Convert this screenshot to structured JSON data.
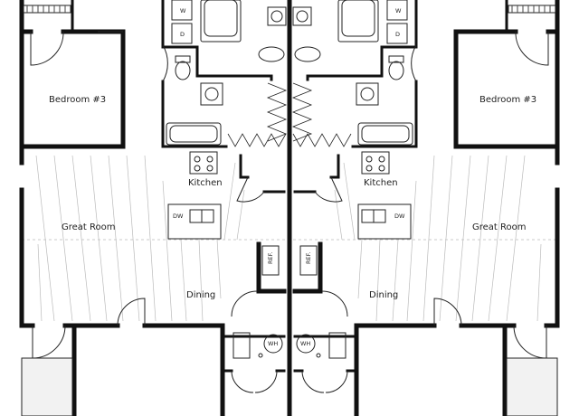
{
  "plan": {
    "rooms": {
      "bedroom_left": "Bedroom #3",
      "bedroom_right": "Bedroom #3",
      "kitchen_left": "Kitchen",
      "kitchen_right": "Kitchen",
      "great_room_left": "Great Room",
      "great_room_right": "Great Room",
      "dining_left": "Dining",
      "dining_right": "Dining"
    },
    "fixtures": {
      "washer_left": "W",
      "washer_right": "W",
      "dryer_left": "D",
      "dryer_right": "D",
      "dishwasher_left": "DW",
      "dishwasher_right": "DW",
      "fridge_left": "REF.",
      "fridge_right": "REF.",
      "water_heater_left": "WH",
      "water_heater_right": "WH"
    }
  }
}
